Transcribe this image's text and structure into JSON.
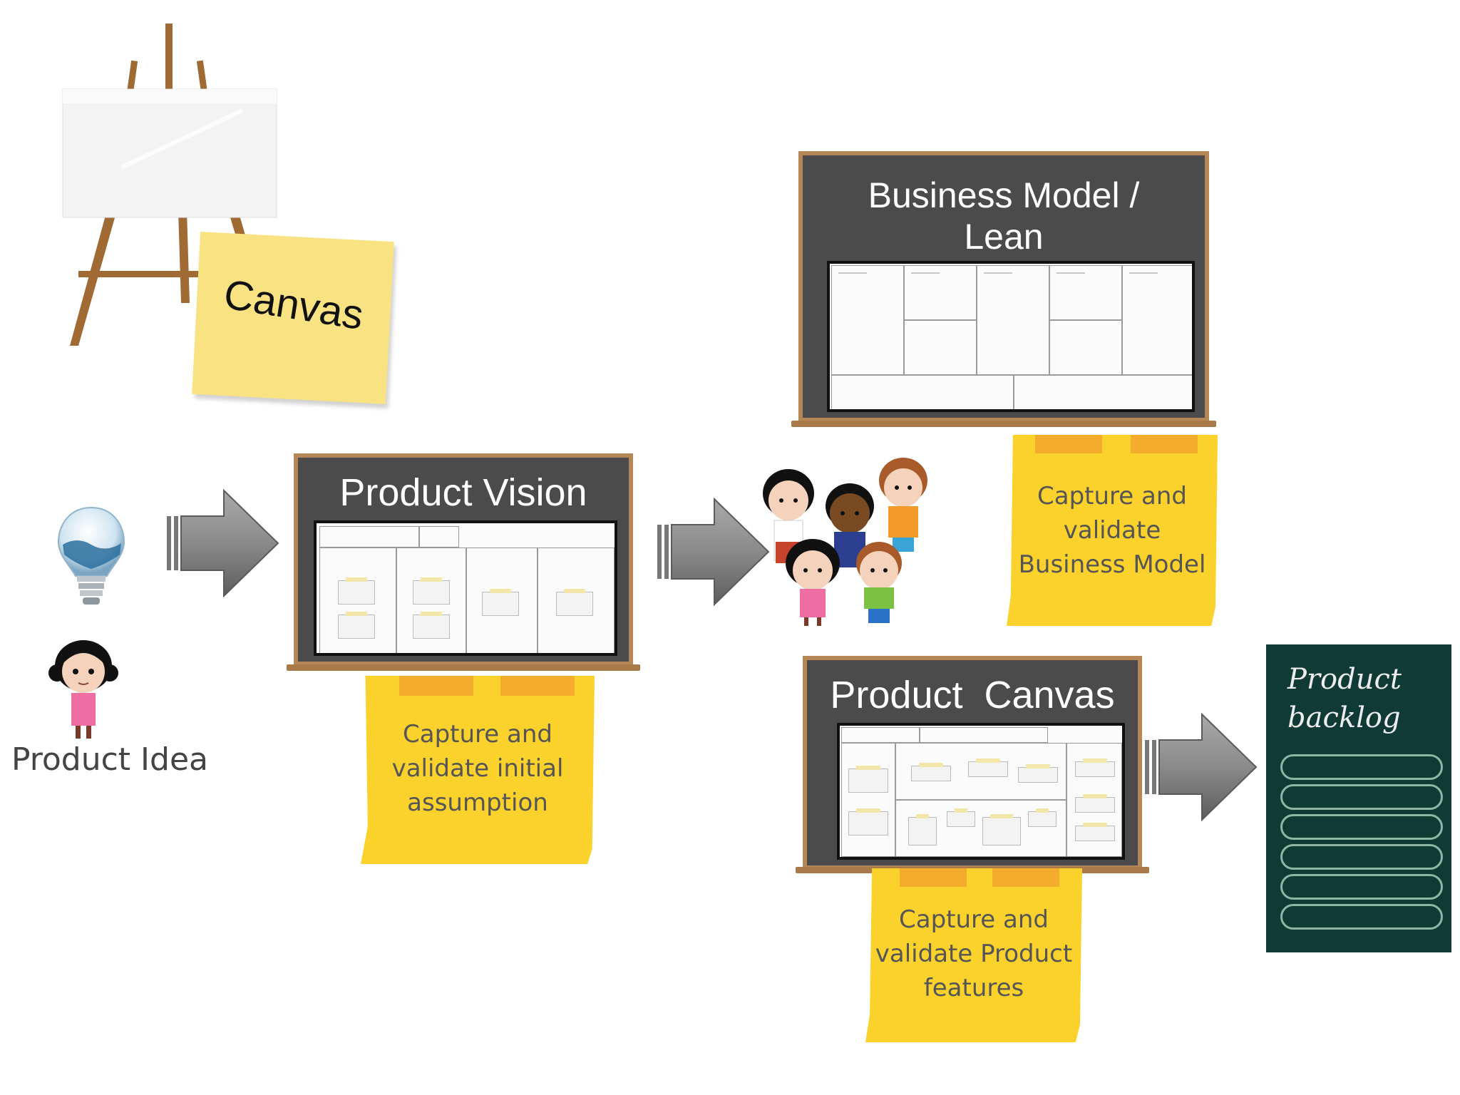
{
  "canvas_note": {
    "label": "Canvas"
  },
  "product_idea": {
    "label": "Product Idea"
  },
  "product_vision": {
    "title": "Product Vision",
    "note": [
      "Capture and",
      "validate initial",
      "assumption"
    ]
  },
  "business_model": {
    "title_line1": "Business Model /",
    "title_line2": "Lean",
    "note": [
      "Capture and",
      "validate",
      "Business Model"
    ]
  },
  "product_canvas": {
    "title": "Product  Canvas",
    "note": [
      "Capture and",
      "validate Product",
      "features"
    ]
  },
  "backlog": {
    "title_line1": "Product",
    "title_line2": "backlog",
    "rows": 6
  },
  "colors": {
    "board": "#4b4b4b",
    "board_frame": "#b58756",
    "sticky": "#fbd22c",
    "tape": "#f3a82c",
    "arrow": "#8a8a8a",
    "backlog_bg": "#0f3b34"
  }
}
